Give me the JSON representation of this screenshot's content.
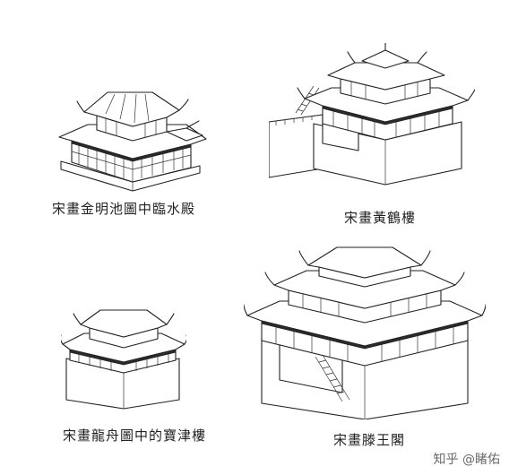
{
  "figures": [
    {
      "id": "fig1",
      "caption": "宋畫金明池圖中臨水殿"
    },
    {
      "id": "fig2",
      "caption": "宋畫黃鶴樓"
    },
    {
      "id": "fig3",
      "caption": "宋畫龍舟圖中的寶津樓"
    },
    {
      "id": "fig4",
      "caption": "宋畫滕王閣"
    }
  ],
  "watermark": {
    "text": "知乎 @睹佑"
  }
}
